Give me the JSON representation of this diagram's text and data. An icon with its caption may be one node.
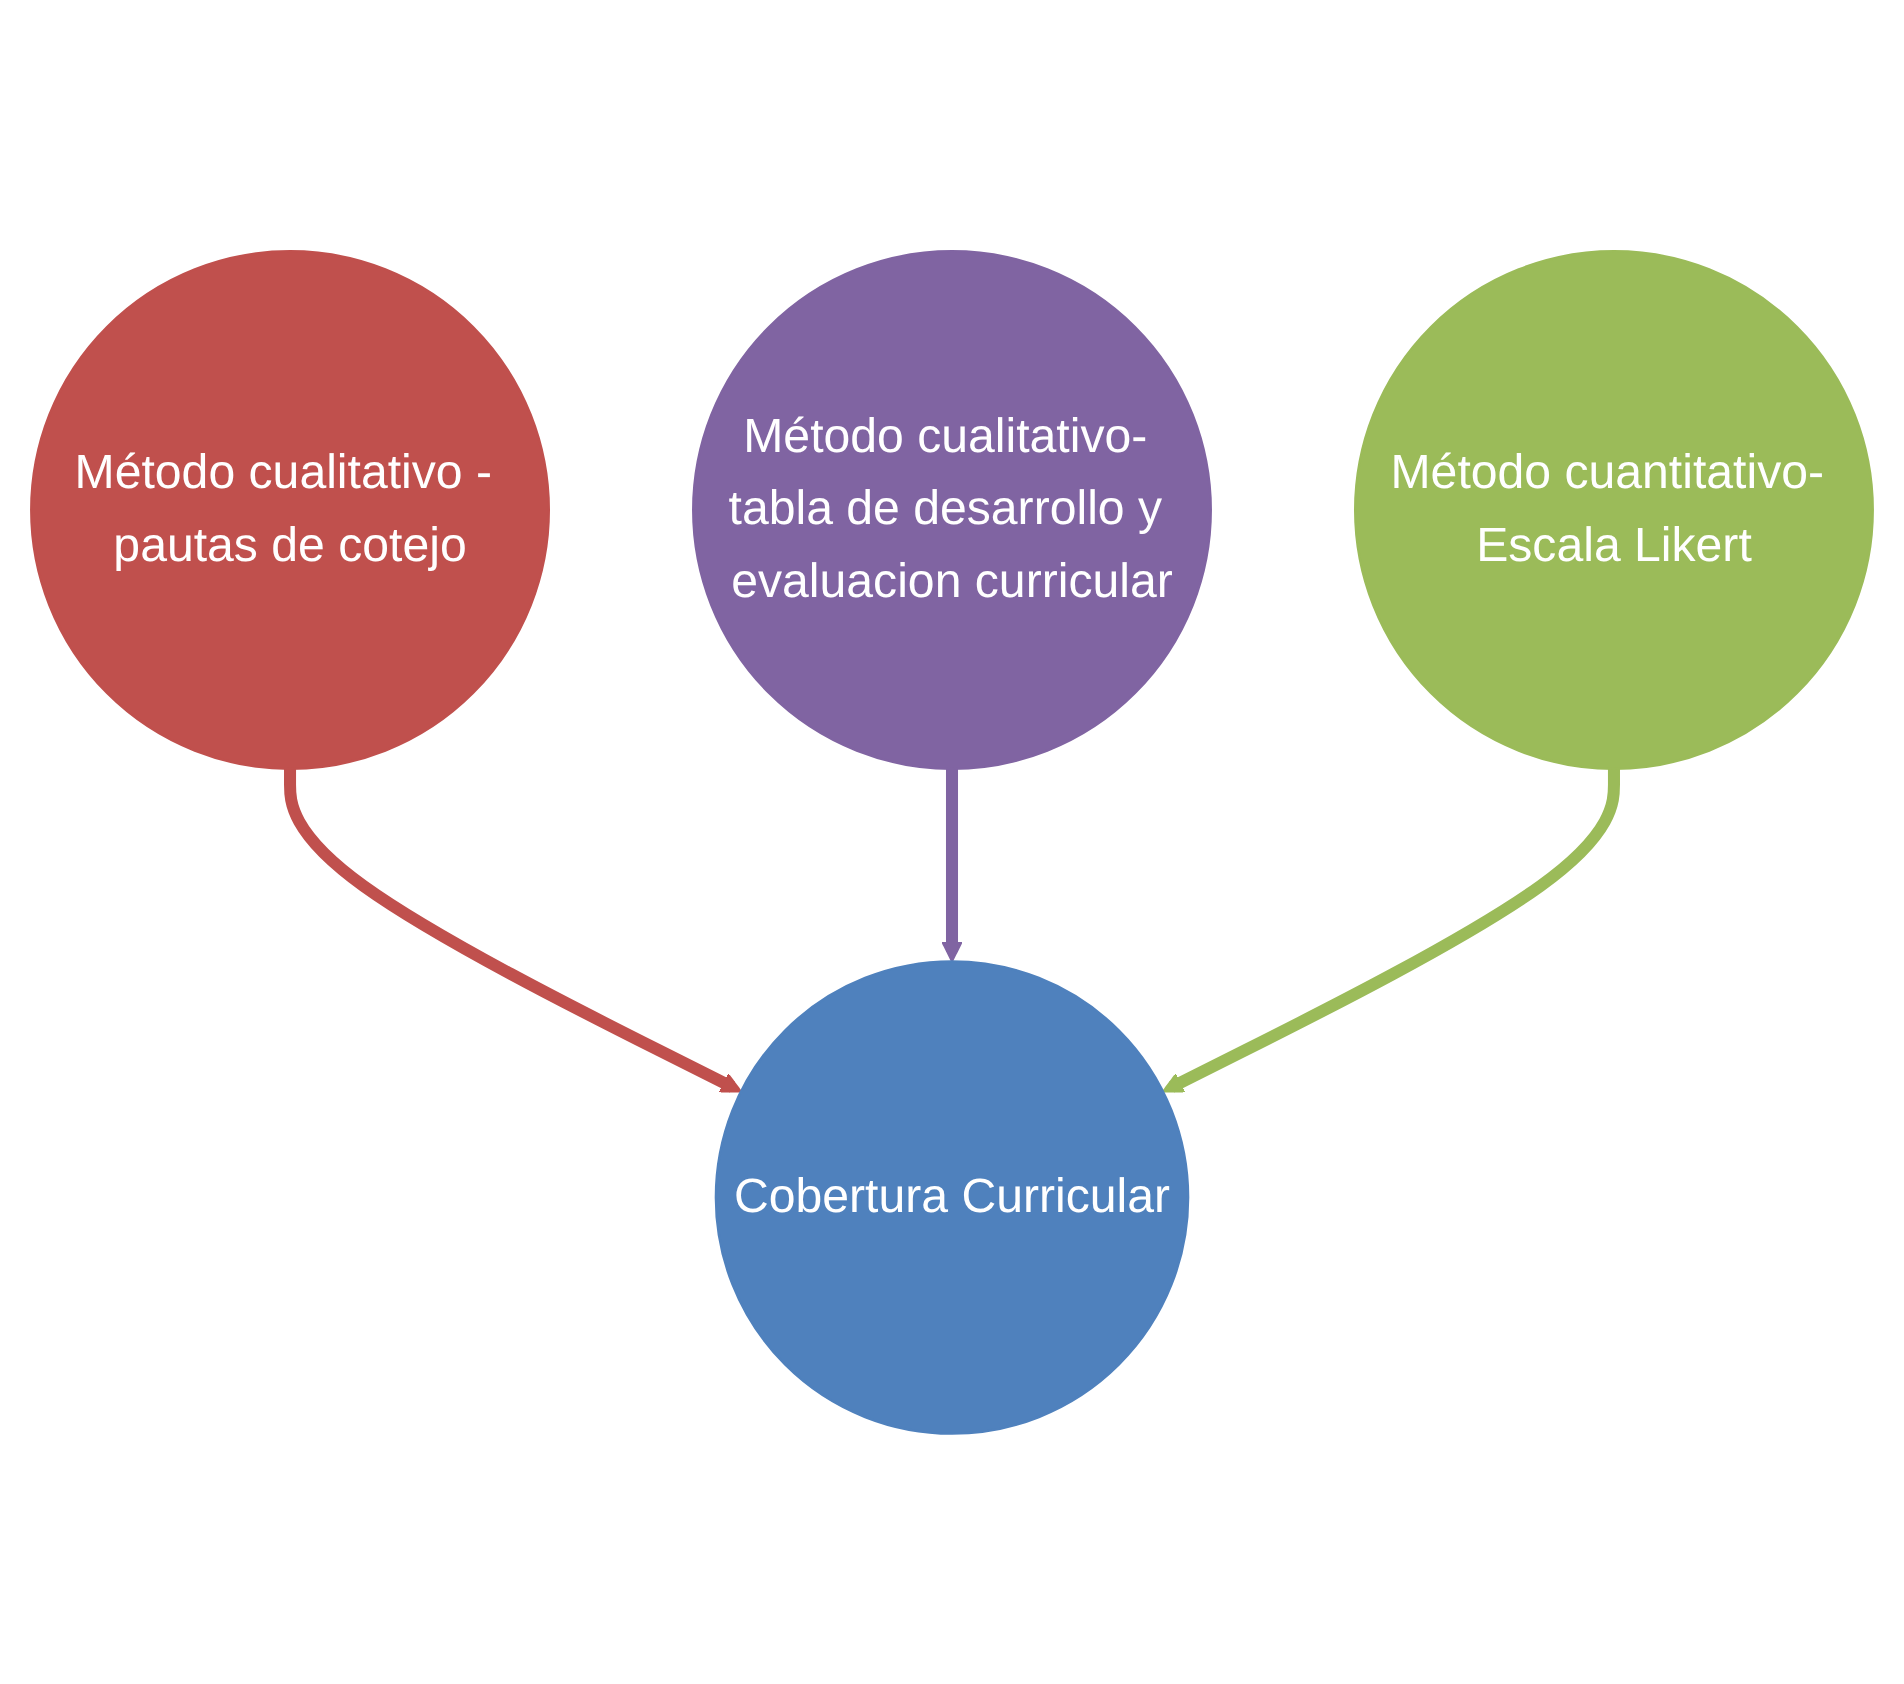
{
  "diagram": {
    "nodes": [
      {
        "text": [
          "Método cualitativo - pautas de cotejo"
        ]
      },
      {
        "text": [
          "Cobertura Curricular"
        ]
      },
      {
        "text": [
          "Método cualitativo- tabla de desarrollo y evaluacion curricular"
        ]
      },
      {
        "text": [
          "Método cuantitativo- Escala Likert"
        ]
      }
    ],
    "edges": [
      {
        "from": 0,
        "to": 1,
        "arrow": "to",
        "color": "#c0504d"
      },
      {
        "from": 2,
        "to": 1,
        "arrow": "to",
        "color": "#8064a2"
      },
      {
        "from": 3,
        "to": 1,
        "arrow": "to",
        "color": "#9bbb59"
      }
    ]
  }
}
